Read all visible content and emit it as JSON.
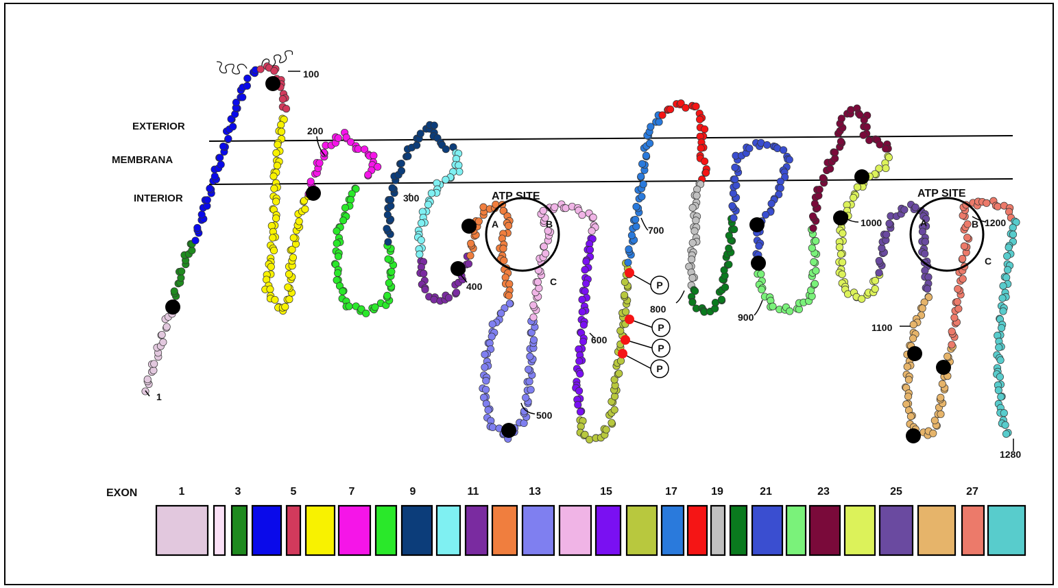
{
  "regions": {
    "exterior": "EXTERIOR",
    "membrane": "MEMBRANA",
    "interior": "INTERIOR"
  },
  "atp_site_label": "ATP SITE",
  "subdomain_labels": {
    "a": "A",
    "b": "B",
    "c": "C"
  },
  "phospho_label": "P",
  "residue_labels": [
    "1",
    "100",
    "200",
    "300",
    "400",
    "500",
    "600",
    "700",
    "800",
    "900",
    "1000",
    "1100",
    "1200",
    "1280"
  ],
  "exon_axis_label": "EXON",
  "exon_number_labels": [
    "1",
    "3",
    "5",
    "7",
    "9",
    "11",
    "13",
    "15",
    "17",
    "19",
    "21",
    "23",
    "25",
    "27"
  ],
  "exon_colors": [
    "#E2C8DE",
    "#FAE0F6",
    "#1F8A1F",
    "#0A0AEA",
    "#D23A5C",
    "#F8F200",
    "#F515E8",
    "#2AE82A",
    "#0C3D7A",
    "#7FF0F2",
    "#7A2BA0",
    "#F07E3E",
    "#7F7FF0",
    "#F0B4E6",
    "#7A10F2",
    "#B8C83E",
    "#2A7ADC",
    "#F51515",
    "#C0C0C0",
    "#0A7A1E",
    "#3A4ED0",
    "#7AF27A",
    "#7A0A3A",
    "#DCF25A",
    "#6A4AA0",
    "#E6B46A",
    "#EC7A6A",
    "#58CCCC"
  ]
}
